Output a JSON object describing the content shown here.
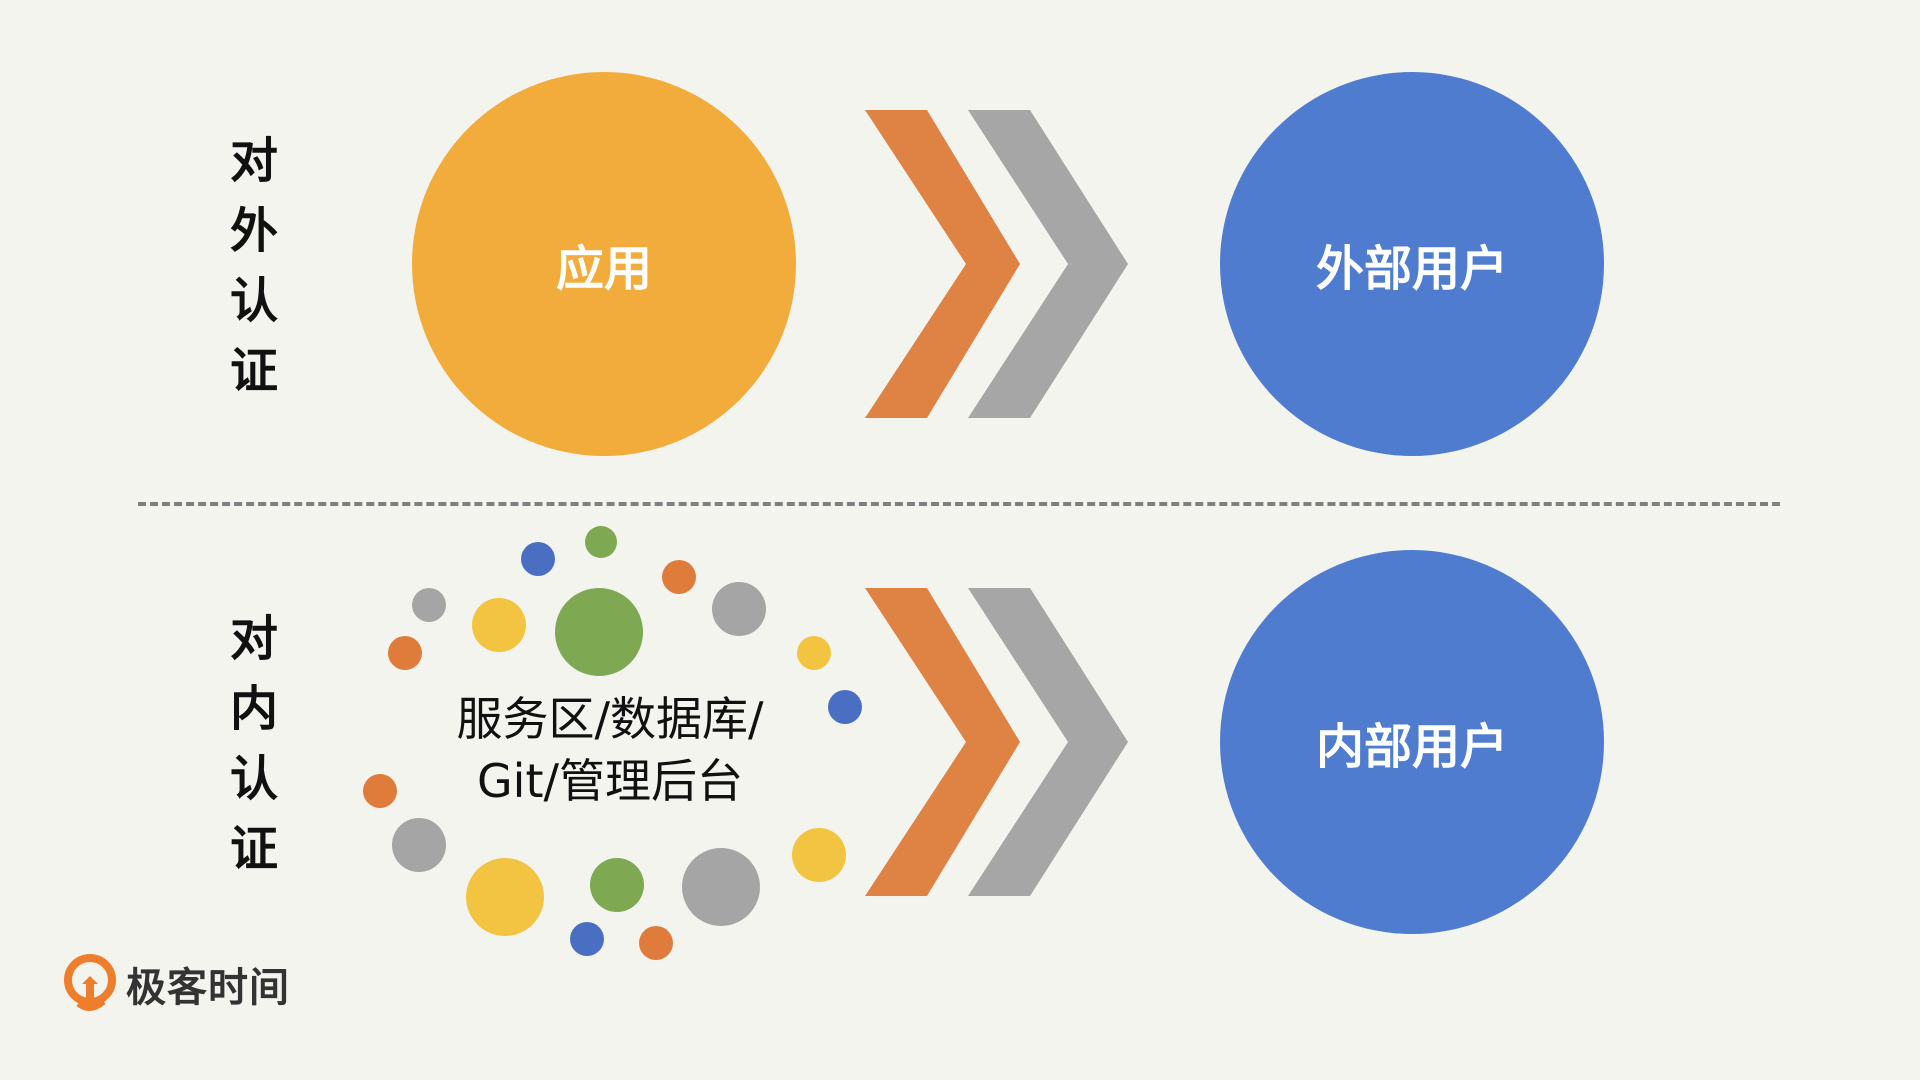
{
  "colors": {
    "background": "#f4f4ef",
    "orange": "#f2ac3c",
    "blue": "#4f7ccf",
    "arrow_orange": "#df8344",
    "arrow_gray": "#a6a6a6",
    "dot_blue": "#4a6fc2",
    "dot_green": "#7ea852",
    "dot_orange": "#df7c3c",
    "dot_gray": "#a5a5a5",
    "dot_yellow": "#f3c442",
    "brand_orange": "#ef7e2c"
  },
  "external": {
    "side_label": "对\n外\n认\n证",
    "source": "应用",
    "target": "外部用户"
  },
  "internal": {
    "side_label": "对\n内\n认\n证",
    "source_line1": "服务区/数据库/",
    "source_line2": "Git/管理后台",
    "target": "内部用户"
  },
  "brand": {
    "name": "极客时间",
    "logo_icon": "geektime-logo-icon"
  }
}
